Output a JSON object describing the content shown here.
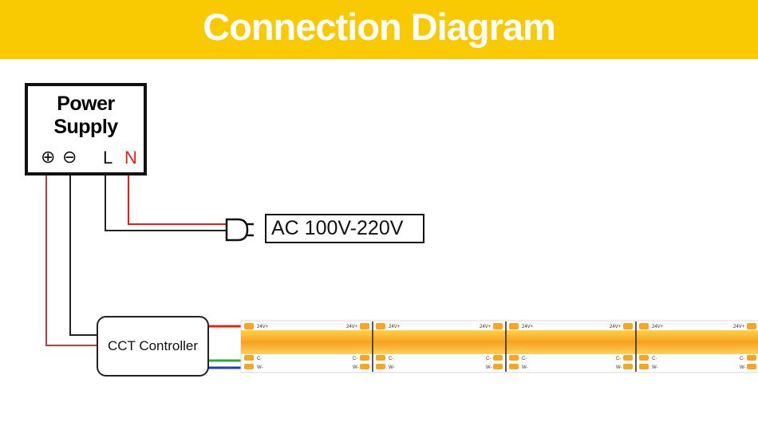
{
  "title": "Connection Diagram",
  "power_supply": {
    "label": "Power\nSupply",
    "terminals": {
      "positive": "⊕",
      "negative": "⊖",
      "live": "L",
      "neutral": "N"
    }
  },
  "ac_input": {
    "label": "AC 100V-220V"
  },
  "controller": {
    "label": "CCT Controller"
  },
  "strip": {
    "pads": {
      "positive": "24V+",
      "cold": "C-",
      "warm": "W-"
    }
  },
  "colors": {
    "banner": "#f9c901",
    "wire_red": "#e2231a",
    "wire_dark_red": "#c63a3a",
    "wire_green": "#2fa836",
    "wire_blue": "#1d3fbf",
    "neutral_text": "#e2231a",
    "strip_orange": "#f6a623"
  },
  "icons": {
    "plug": "plug-icon"
  }
}
